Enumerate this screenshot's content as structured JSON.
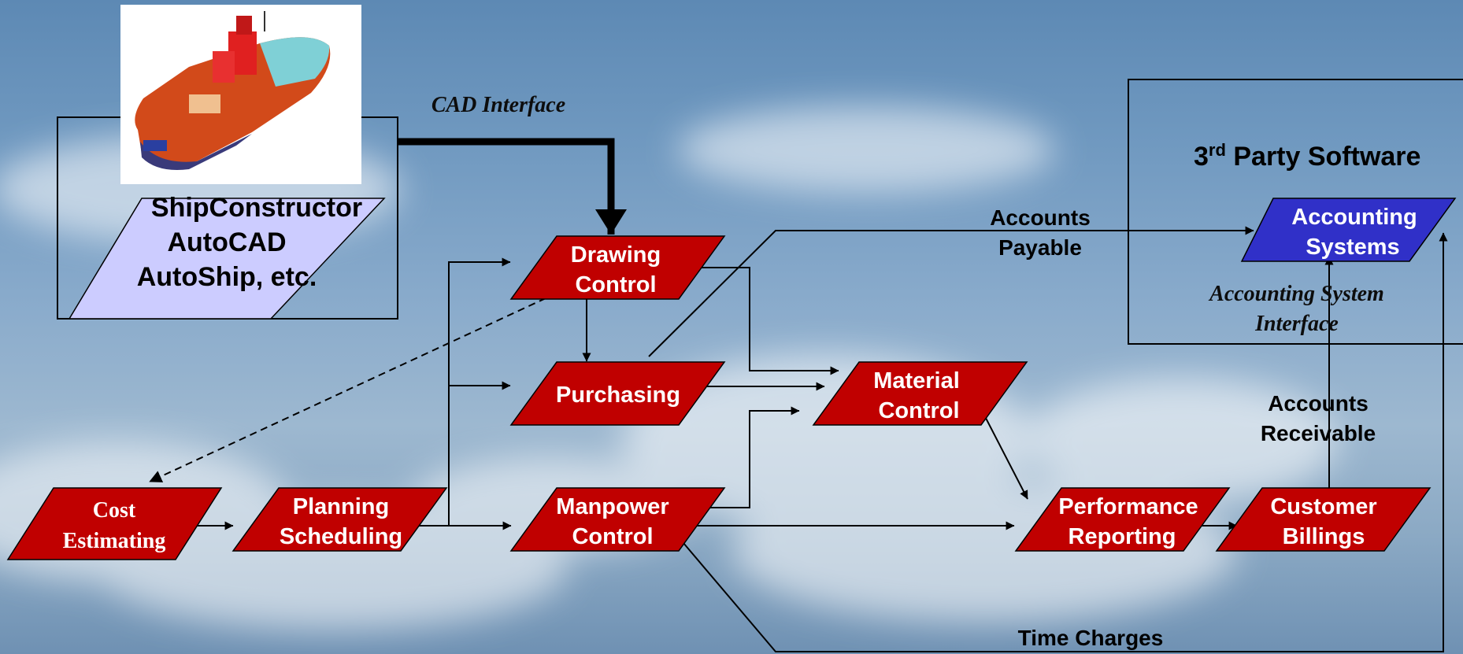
{
  "diagram": {
    "colors": {
      "process_fill": "#c00000",
      "accounting_fill": "#3030c8",
      "cad_fill": "#ccccff",
      "text_light": "#ffffff",
      "text_dark": "#000000"
    },
    "cad_group": {
      "lines": [
        "ShipConstructor",
        "AutoCAD",
        "AutoShip, etc."
      ]
    },
    "third_party": {
      "title_main": "3",
      "title_sup": "rd",
      "title_rest": " Party Software"
    },
    "nodes": {
      "cost_estimating": {
        "lines": [
          "Cost",
          "Estimating"
        ]
      },
      "planning_scheduling": {
        "lines": [
          "Planning",
          "Scheduling"
        ]
      },
      "drawing_control": {
        "lines": [
          "Drawing",
          "Control"
        ]
      },
      "purchasing": {
        "lines": [
          "Purchasing"
        ]
      },
      "manpower_control": {
        "lines": [
          "Manpower",
          "Control"
        ]
      },
      "material_control": {
        "lines": [
          "Material",
          "Control"
        ]
      },
      "performance_reporting": {
        "lines": [
          "Performance",
          "Reporting"
        ]
      },
      "customer_billings": {
        "lines": [
          "Customer",
          "Billings"
        ]
      },
      "accounting_systems": {
        "lines": [
          "Accounting",
          "Systems"
        ]
      }
    },
    "edge_labels": {
      "cad_interface": "CAD Interface",
      "accounts_payable": [
        "Accounts",
        "Payable"
      ],
      "accounts_receivable": [
        "Accounts",
        "Receivable"
      ],
      "accounting_system_interface": [
        "Accounting System",
        "Interface"
      ],
      "time_charges": "Time Charges"
    }
  }
}
